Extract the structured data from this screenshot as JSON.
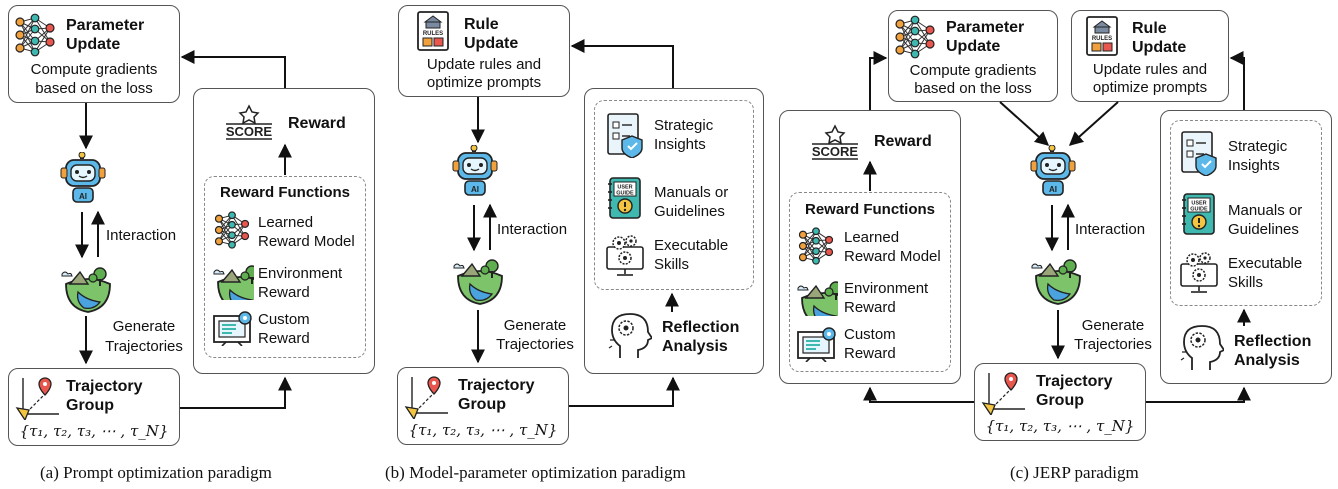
{
  "captions": {
    "a": "(a) Prompt optimization paradigm",
    "b": "(b) Model-parameter optimization paradigm",
    "c": "(c) JERP paradigm"
  },
  "parameter_update": {
    "title_line1": "Parameter",
    "title_line2": "Update",
    "desc_line1": "Compute gradients",
    "desc_line2": "based on the loss"
  },
  "rule_update": {
    "title_line1": "Rule",
    "title_line2": "Update",
    "desc_line1": "Update rules and",
    "desc_line2": "optimize prompts"
  },
  "reward": {
    "score_label": "SCORE",
    "title": "Reward",
    "functions_title": "Reward Functions",
    "learned_line1": "Learned",
    "learned_line2": "Reward Model",
    "env_line1": "Environment",
    "env_line2": "Reward",
    "custom_line1": "Custom",
    "custom_line2": "Reward"
  },
  "reflection": {
    "strategic_line1": "Strategic",
    "strategic_line2": "Insights",
    "manuals_line1": "Manuals or",
    "manuals_line2": "Guidelines",
    "skills_line1": "Executable",
    "skills_line2": "Skills",
    "title_line1": "Reflection",
    "title_line2": "Analysis"
  },
  "agent": {
    "interaction": "Interaction",
    "generate_line1": "Generate",
    "generate_line2": "Trajectories",
    "ai_label": "AI"
  },
  "trajectory": {
    "title_line1": "Trajectory",
    "title_line2": "Group",
    "set": "{τ₁, τ₂, τ₃, ⋯ , τ_N}"
  },
  "icon_labels": {
    "rules": "RULES",
    "user_guide_line1": "USER",
    "user_guide_line2": "GUIDE"
  },
  "colors": {
    "node_orange": "#f0a03c",
    "node_teal": "#3fb8b0",
    "node_red": "#e8564d",
    "robot_blue": "#5bb8e8",
    "land_green": "#7cc36a",
    "water_blue": "#4aa3df",
    "border": "#555555",
    "dash": "#888888"
  }
}
